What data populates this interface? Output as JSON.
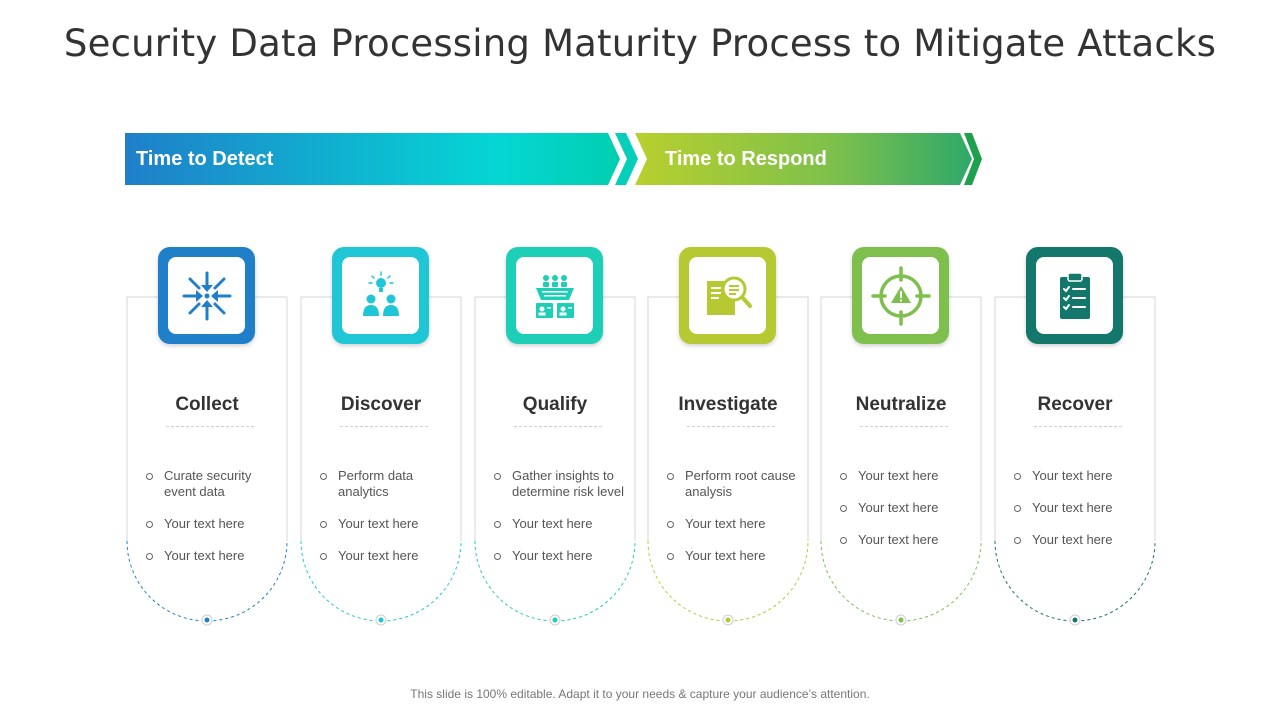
{
  "title": "Security Data Processing Maturity Process to Mitigate Attacks",
  "phases": [
    {
      "label": "Time to Detect"
    },
    {
      "label": "Time to Respond"
    }
  ],
  "stages": [
    {
      "title": "Collect",
      "icon": "arrows-converge-icon",
      "color": "#1f7fc9",
      "bullets": [
        "Curate security event data",
        "Your text here",
        "Your text here"
      ]
    },
    {
      "title": "Discover",
      "icon": "idea-people-icon",
      "color": "#1fc7d6",
      "bullets": [
        "Perform data analytics",
        "Your text here",
        "Your text here"
      ]
    },
    {
      "title": "Qualify",
      "icon": "team-dashboard-icon",
      "color": "#1dcfb6",
      "bullets": [
        "Gather insights to determine risk level",
        "Your text here",
        "Your text here"
      ]
    },
    {
      "title": "Investigate",
      "icon": "document-search-icon",
      "color": "#b6c932",
      "bullets": [
        "Perform root cause analysis",
        "Your text here",
        "Your text here"
      ]
    },
    {
      "title": "Neutralize",
      "icon": "target-warning-icon",
      "color": "#7fbf4d",
      "bullets": [
        "Your text here",
        "Your text here",
        "Your text here"
      ]
    },
    {
      "title": "Recover",
      "icon": "clipboard-checklist-icon",
      "color": "#13786b",
      "bullets": [
        "Your text here",
        "Your text here",
        "Your text here"
      ]
    }
  ],
  "footer": "This slide is 100% editable. Adapt it to your needs & capture your audience’s attention."
}
